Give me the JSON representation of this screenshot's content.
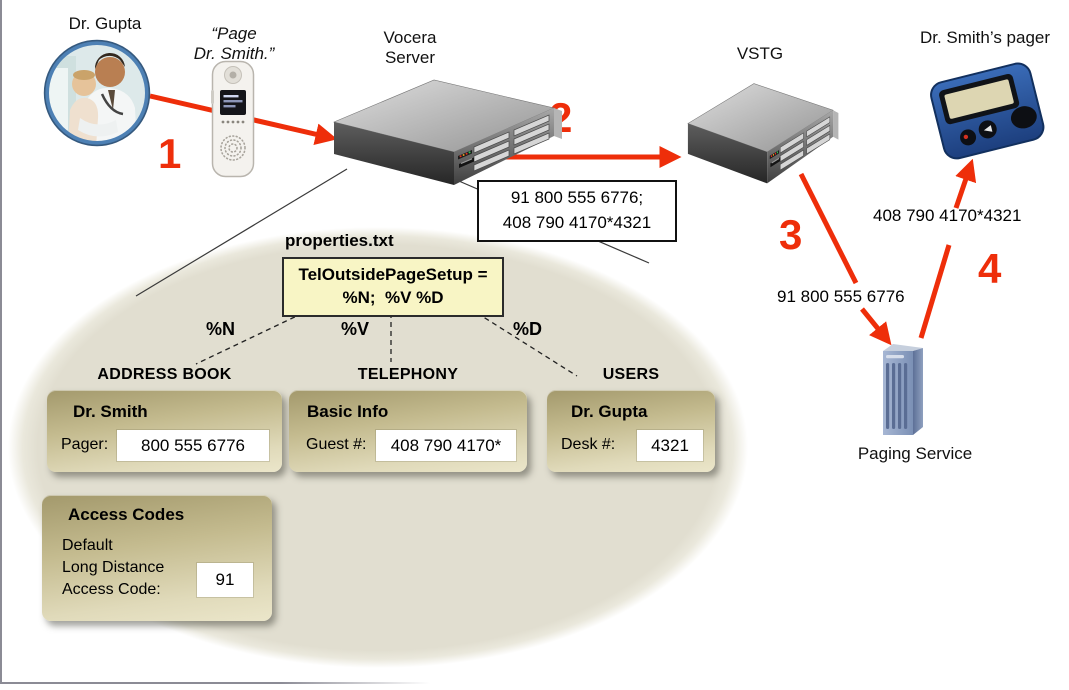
{
  "palette": {
    "accent_red": "#ee2e0a",
    "ellipse_fill": "#e1ded0",
    "card_khaki_top": "#a3996c",
    "card_khaki_bottom": "#ebe6ca",
    "yellow_box_fill": "#f8f5c5",
    "pager_blue": "#2a55a4",
    "tower_blue": "#8fa3c4"
  },
  "caller": {
    "label": "Dr. Gupta"
  },
  "quote": {
    "line1": "“Page",
    "line2": "Dr. Smith.”"
  },
  "step_labels": [
    "1",
    "2",
    "3",
    "4"
  ],
  "nodes": {
    "vocera_server": {
      "line1": "Vocera",
      "line2": "Server"
    },
    "vstg": {
      "label": "VSTG"
    },
    "pager": {
      "label": "Dr. Smith’s pager"
    },
    "paging_service": {
      "label": "Paging Service"
    }
  },
  "messages": {
    "combined_line1": "91 800 555 6776;",
    "combined_line2": "408 790 4170*4321",
    "to_paging_service": "91 800 555 6776",
    "to_pager": "408 790 4170*4321"
  },
  "properties": {
    "file_label": "properties.txt",
    "setting_line1": "TelOutsidePageSetup =",
    "setting_line2": "%N;  %V %D",
    "token_n": "%N",
    "token_v": "%V",
    "token_d": "%D"
  },
  "sections": {
    "address_book": {
      "heading": "ADDRESS BOOK",
      "card_title": "Dr. Smith",
      "field_label": "Pager:",
      "field_value": "800 555 6776"
    },
    "telephony": {
      "heading": "TELEPHONY",
      "card_title": "Basic Info",
      "field_label": "Guest #:",
      "field_value": "408 790 4170*"
    },
    "users": {
      "heading": "USERS",
      "card_title": "Dr. Gupta",
      "field_label": "Desk #:",
      "field_value": "4321"
    },
    "access_codes": {
      "card_title": "Access Codes",
      "label_line1": "Default",
      "label_line2": "Long Distance",
      "label_line3": "Access Code:",
      "field_value": "91"
    }
  }
}
